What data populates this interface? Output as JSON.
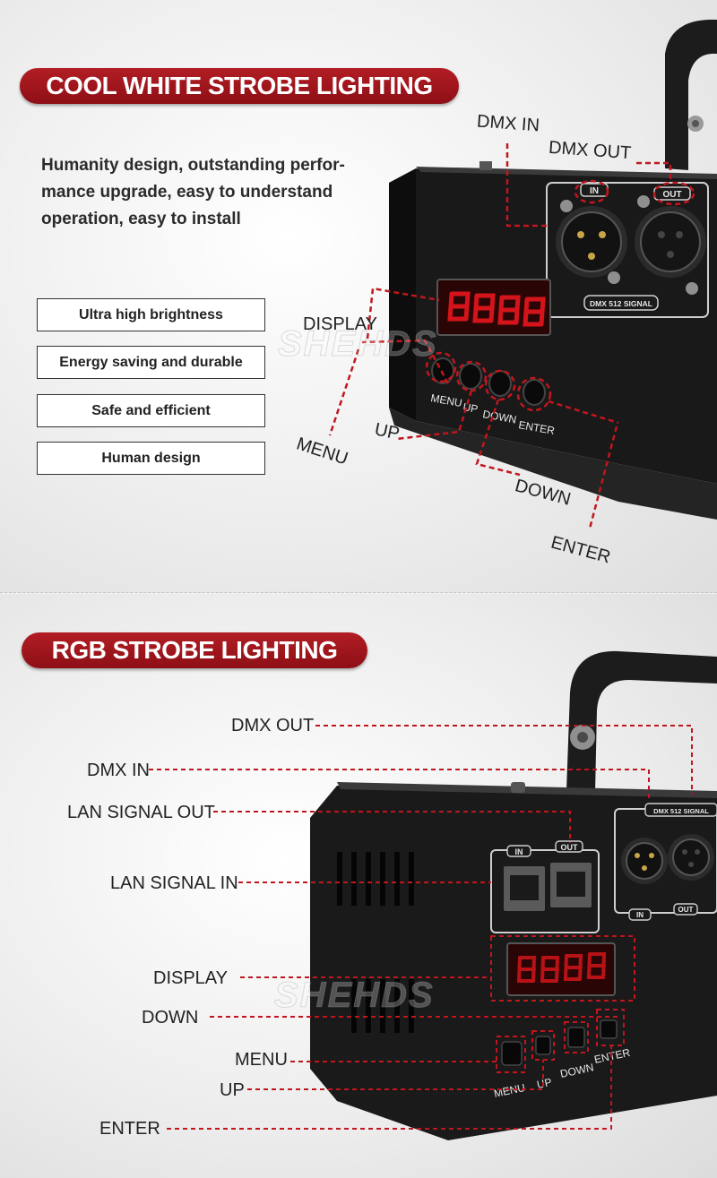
{
  "section1": {
    "title": "COOL WHITE STROBE LIGHTING",
    "description": "Humanity design, outstanding perfor-mance upgrade, easy to understand operation, easy to install",
    "features": [
      "Ultra high brightness",
      "Energy saving and durable",
      "Safe and efficient",
      "Human design"
    ],
    "labels": {
      "dmx_in": "DMX IN",
      "dmx_out": "DMX OUT",
      "display": "DISPLAY",
      "menu": "MENU",
      "up": "UP",
      "down": "DOWN",
      "enter": "ENTER"
    },
    "panel": {
      "port_in": "IN",
      "port_out": "OUT",
      "signal": "DMX 512 SIGNAL",
      "btn_menu": "MENU",
      "btn_up": "UP",
      "btn_down": "DOWN",
      "btn_enter": "ENTER"
    }
  },
  "section2": {
    "title": "RGB STROBE LIGHTING",
    "labels": {
      "dmx_out": "DMX OUT",
      "dmx_in": "DMX IN",
      "lan_out": "LAN SIGNAL OUT",
      "lan_in": "LAN SIGNAL IN",
      "display": "DISPLAY",
      "down": "DOWN",
      "menu": "MENU",
      "up": "UP",
      "enter": "ENTER"
    },
    "panel": {
      "lan_in": "IN",
      "lan_out": "OUT",
      "dmx_signal": "DMX 512 SIGNAL",
      "dmx_in": "IN",
      "dmx_out": "OUT",
      "btn_menu": "MENU",
      "btn_up": "UP",
      "btn_down": "DOWN",
      "btn_enter": "ENTER"
    }
  },
  "watermark": "SHEHDS",
  "colors": {
    "accent": "#a3161d",
    "lead_line": "#c0161e",
    "device": "#1b1b1b",
    "digits": "#d4141a"
  }
}
